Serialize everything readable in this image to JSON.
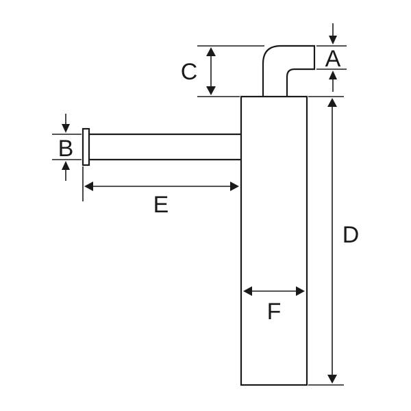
{
  "diagram": {
    "labels": {
      "a": "A",
      "b": "B",
      "c": "C",
      "d": "D",
      "e": "E",
      "f": "F"
    }
  },
  "colors": {
    "line": "#1a1a1a",
    "background": "#ffffff"
  }
}
